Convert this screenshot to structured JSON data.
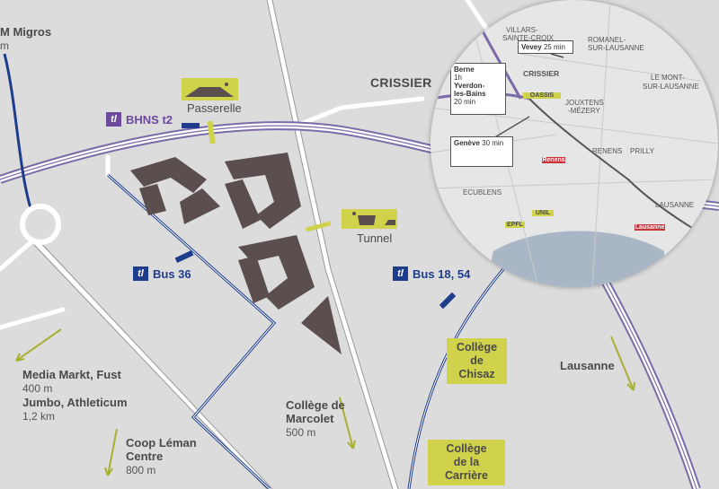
{
  "labels": {
    "migros": {
      "name": "M Migros",
      "distance": "m"
    },
    "passerelle": "Passerelle",
    "tunnel": "Tunnel",
    "crissier": "CRISSIER",
    "media_markt": {
      "name": "Media Markt, Fust",
      "distance": "400 m"
    },
    "jumbo": {
      "name": "Jumbo, Athleticum",
      "distance": "1,2 km"
    },
    "coop": {
      "name1": "Coop Léman",
      "name2": "Centre",
      "distance": "800 m"
    },
    "marcolet": {
      "name1": "Collège de",
      "name2": "Marcolet",
      "distance": "500 m"
    },
    "lausanne": "Lausanne"
  },
  "transit": {
    "tl_logo": "tl",
    "bhns": "BHNS t2",
    "bus36": "Bus 36",
    "bus18": "Bus 18, 54"
  },
  "schools": {
    "chisaz": {
      "line1": "Collège",
      "line2": "de Chisaz"
    },
    "carriere": {
      "line1": "Collège",
      "line2": "de la Carrière"
    }
  },
  "inset": {
    "villars1": "VILLARS-",
    "villars2": "SAINTE-CROIX",
    "romanel1": "ROMANEL-",
    "romanel2": "SUR-LAUSANNE",
    "crissier": "CRISSIER",
    "montsur1": "LE MONT-",
    "montsur2": "SUR-LAUSANNE",
    "jouxtens1": "JOUXTENS",
    "jouxtens2": "-MÉZERY",
    "renens": "RENENS",
    "prilly": "PRILLY",
    "ecublens": "ECUBLENS",
    "lausanne": "LAUSANNE",
    "vevey": {
      "name": "Vevey",
      "time": "25 min"
    },
    "berne": {
      "name": "Berne",
      "time": "1h"
    },
    "yverdon": {
      "name1": "Yverdon-",
      "name2": "les-Bains",
      "time": "20 min"
    },
    "geneve": {
      "name": "Genève",
      "time": "30 min"
    },
    "oassis": "OASSIS",
    "epfl": "EPFL",
    "unil": "UNIL",
    "renens_station": "Renens",
    "lausanne_station": "Lausanne"
  },
  "colors": {
    "background": "#dcdcdc",
    "highway": "#7b6aa8",
    "bus_route": "#1e3c8c",
    "highlight": "#cfd24a",
    "building": "#5a4e4e",
    "station": "#c9333b"
  }
}
